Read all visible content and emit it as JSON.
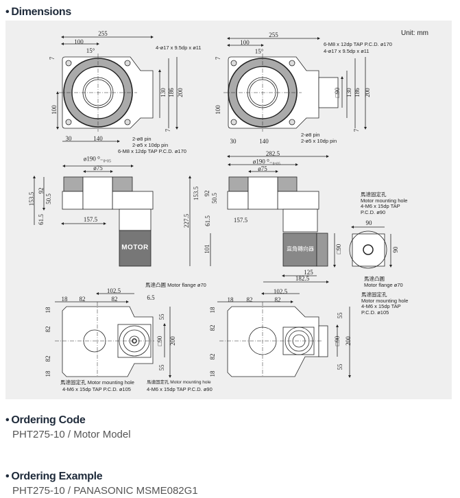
{
  "sections": {
    "dimensions": "Dimensions",
    "ordering_code": "Ordering Code",
    "ordering_code_value": "PHT275-10 / Motor Model",
    "ordering_example": "Ordering Example",
    "ordering_example_value": "PHT275-10 / PANASONIC MSME082G1",
    "bullet": "•"
  },
  "unit": "Unit: mm",
  "top_view_a": {
    "w255": "255",
    "w100": "100",
    "angle": "15°",
    "t7": "7",
    "h130": "130",
    "h186": "186",
    "h200": "200",
    "h100": "100",
    "b7": "7",
    "w30": "30",
    "w140": "140",
    "note_holes": "4-ø17 x 9.5dp x ø11",
    "note_pin8": "2-ø8 pin",
    "note_pin5": "2-ø5 x 10dp pin",
    "note_tap": "6-M8 x 12dp TAP P.C.D. ø170"
  },
  "top_view_b": {
    "w255": "255",
    "w100": "100",
    "angle": "15°",
    "t7": "7",
    "sq90": "□90",
    "h130": "130",
    "h186": "186",
    "h200": "200",
    "h100": "100",
    "b7": "7",
    "w30": "30",
    "w140": "140",
    "note_tap": "6-M8 x 12dp TAP P.C.D. ø170",
    "note_holes": "4-ø17 x 9.5dp x ø11",
    "note_pin8": "2-ø8 pin",
    "note_pin5": "2-ø5 x 10dp pin"
  },
  "side_view_a": {
    "d190": "ø190 ⁰₋₀.₀₅",
    "d75": "ø75",
    "h153": "153.5",
    "h92": "92",
    "h50": "50.5",
    "h61": "61.5",
    "w157": "157.5",
    "motor": "MOTOR"
  },
  "side_view_b": {
    "w282": "282.5",
    "d190": "ø190 ⁰₋₀.₀₅",
    "d75": "ø75",
    "h153": "153.5",
    "h92": "92",
    "h50": "50.5",
    "h61": "61.5",
    "h227": "227.5",
    "w157": "157.5",
    "h101": "101",
    "sq90": "□90",
    "w125": "125",
    "w182": "182.5",
    "gearbox": "直角轉向器",
    "flange_end": {
      "hole_cn": "馬達固定孔",
      "hole_en": "Motor mounting hole",
      "hole_tap": "4-M6 x 15dp TAP",
      "hole_pcd": "P.C.D. ø90",
      "w90": "90",
      "h90": "90",
      "flange_cn": "馬達凸圓",
      "flange_en": "Motor flange ø70",
      "hole2_cn": "馬達固定孔",
      "hole2_en": "Motor mounting hole",
      "hole2_tap": "4-M6 x 15dp TAP",
      "hole2_pcd": "P.C.D. ø105"
    }
  },
  "bottom_view_a": {
    "w102": "102.5",
    "w18": "18",
    "w82a": "82",
    "w82b": "82",
    "w6": "6.5",
    "flange_note": "馬達凸圓  Motor flange ø70",
    "h18a": "18",
    "h82a": "82",
    "h82b": "82",
    "h18b": "18",
    "h55a": "55",
    "sq90": "□90",
    "h200": "200",
    "h55b": "55",
    "hole_note1": "馬達固定孔  Motor mounting hole",
    "hole_tap1": "4-M6 x 15dp TAP P.C.D. ø105",
    "hole_note2": "馬達固定孔  Motor mounting hole",
    "hole_tap2": "4-M6 x 15dp TAP P.C.D. ø90"
  },
  "bottom_view_b": {
    "w102": "102.5",
    "w18": "18",
    "w82a": "82",
    "w82b": "82",
    "h18a": "18",
    "h82a": "82",
    "h82b": "82",
    "h18b": "18",
    "h55a": "55",
    "sq90": "□90",
    "h200": "200",
    "h55b": "55"
  }
}
